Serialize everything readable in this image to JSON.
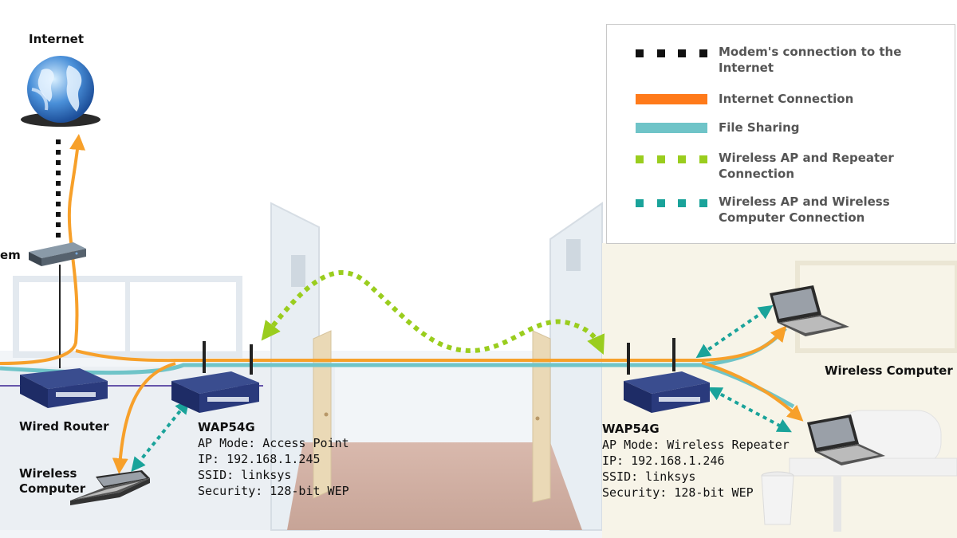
{
  "labels": {
    "internet": "Internet",
    "modem": "em",
    "wired_router": "Wired Router",
    "wireless_computer_left": "Wireless\nComputer",
    "wireless_computer_right": "Wireless Computer"
  },
  "ap_left": {
    "name": "WAP54G",
    "mode": "AP Mode: Access Point",
    "ip": "IP: 192.168.1.245",
    "ssid": "SSID: linksys",
    "security": "Security: 128-bit WEP"
  },
  "ap_right": {
    "name": "WAP54G",
    "mode": "AP Mode: Wireless Repeater",
    "ip": "IP: 192.168.1.246",
    "ssid": "SSID: linksys",
    "security": "Security: 128-bit WEP"
  },
  "legend": {
    "items": [
      {
        "label": "Modem's connection to the Internet",
        "style": "dotted",
        "color": "#111111"
      },
      {
        "label": "Internet Connection",
        "style": "solid",
        "color": "#ff7a1a"
      },
      {
        "label": "File Sharing",
        "style": "solid",
        "color": "#6fc4c8"
      },
      {
        "label": "Wireless AP and Repeater Connection",
        "style": "dotted",
        "color": "#9acd1e"
      },
      {
        "label": "Wireless AP and Wireless Computer Connection",
        "style": "dotted",
        "color": "#1aa39a"
      }
    ]
  },
  "colors": {
    "internet_connection": "#f7a02a",
    "file_sharing": "#6fc4c8",
    "ap_repeater_link": "#9acd1e",
    "ap_computer_link": "#1aa39a",
    "modem_link": "#111111",
    "wired_link": "#6655aa"
  }
}
